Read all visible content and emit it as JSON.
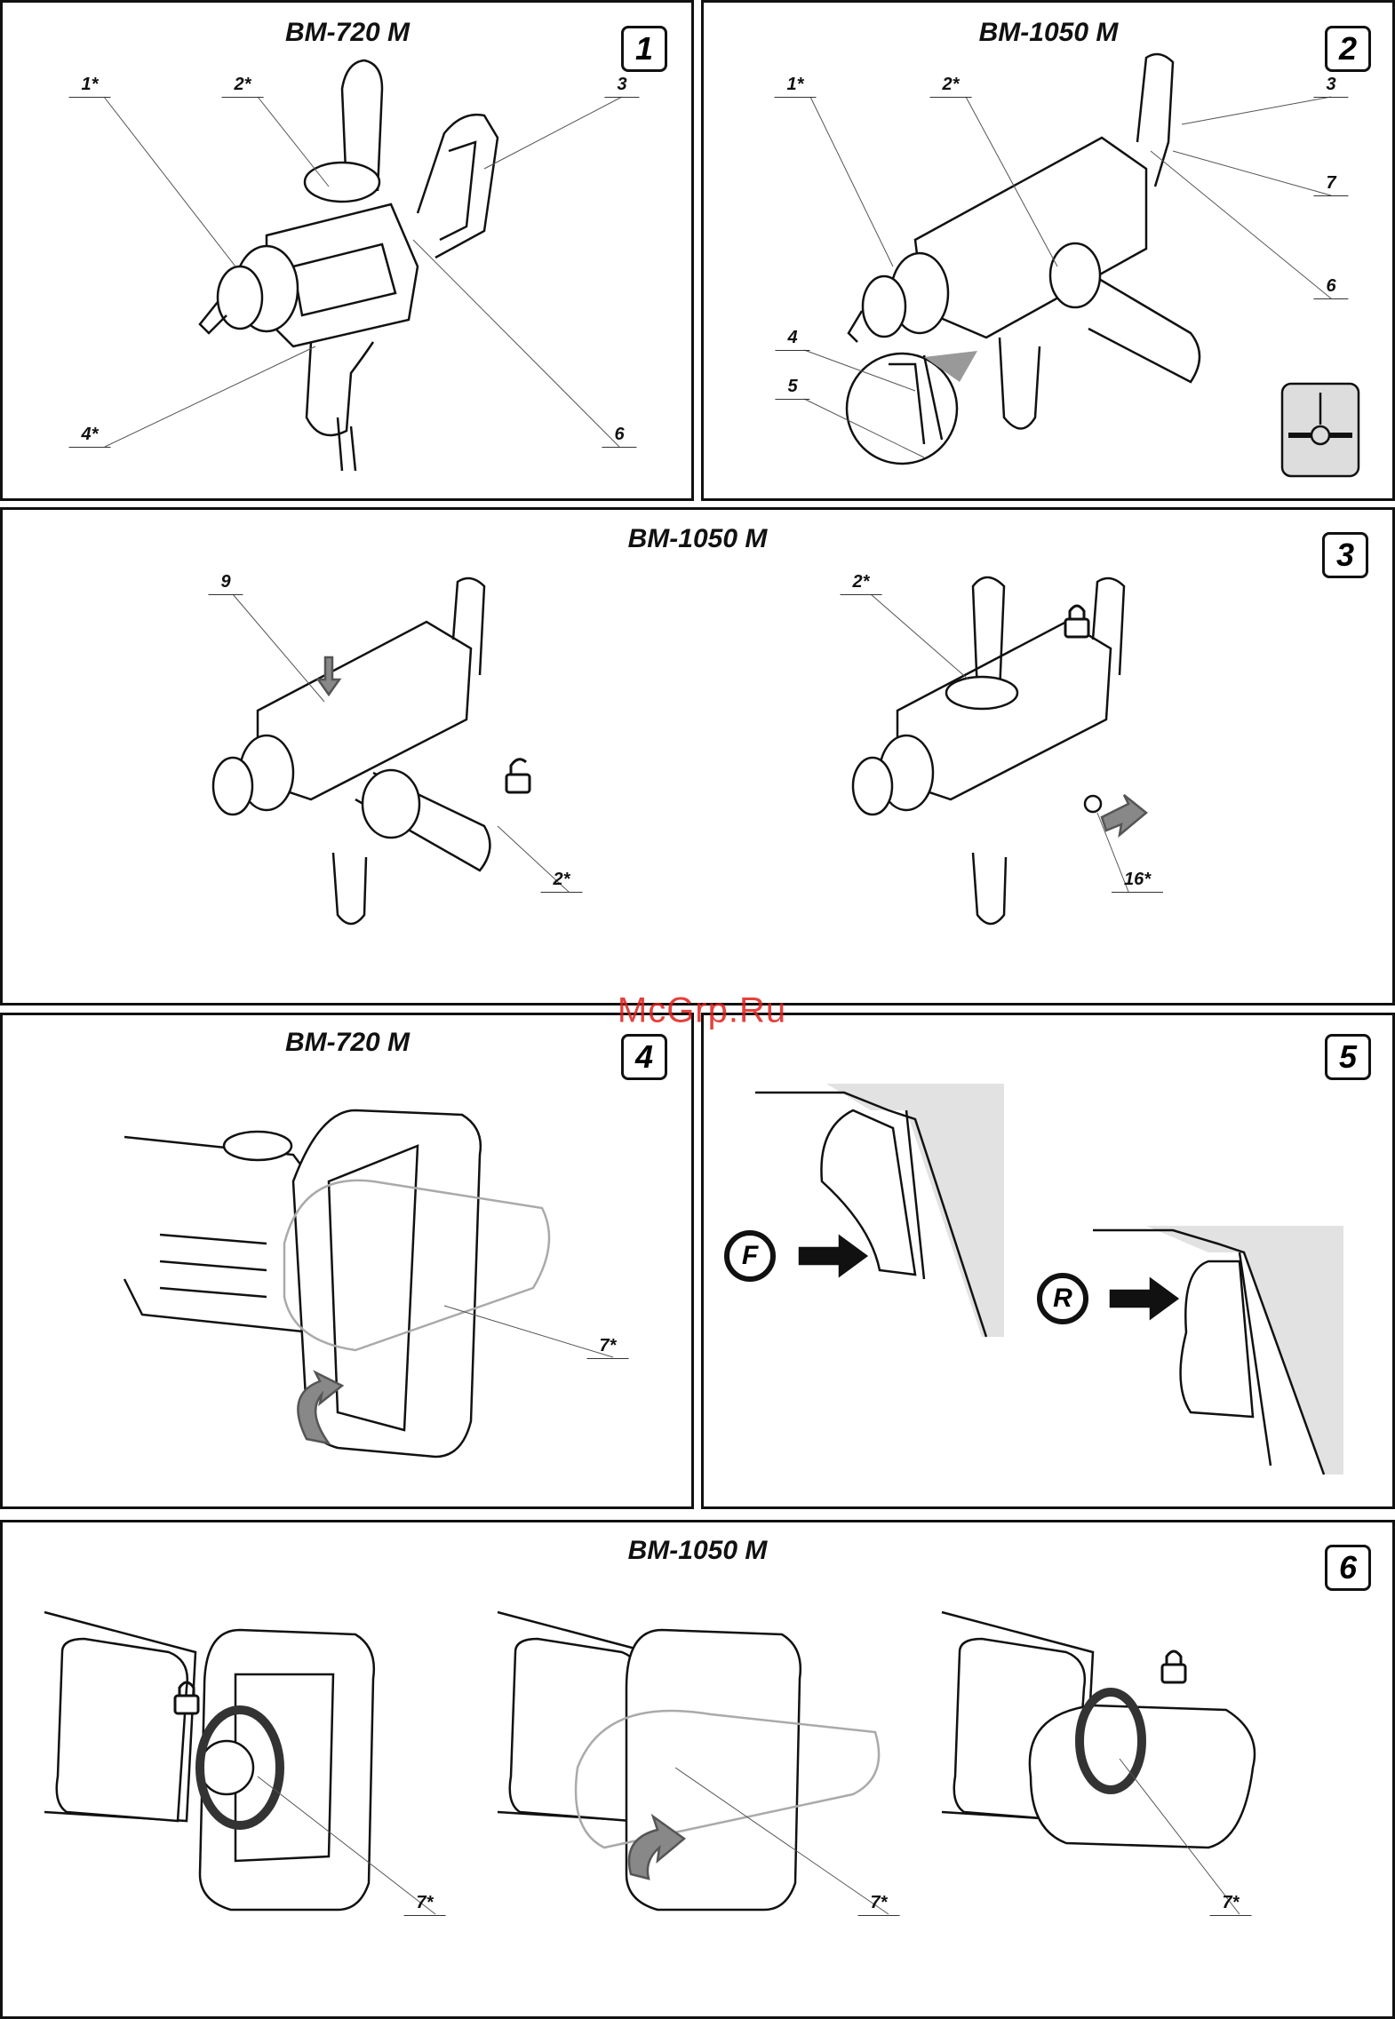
{
  "panels": [
    {
      "number": "1",
      "title": "BM-720 M",
      "labels": [
        "1*",
        "2*",
        "3",
        "4*",
        "6"
      ]
    },
    {
      "number": "2",
      "title": "BM-1050 M",
      "labels": [
        "1*",
        "2*",
        "3",
        "7",
        "6",
        "4",
        "5"
      ]
    },
    {
      "number": "3",
      "title": "BM-1050 M",
      "labels": [
        "9",
        "2*",
        "2*",
        "16*"
      ]
    },
    {
      "number": "4",
      "title": "BM-720 M",
      "labels": [
        "7*"
      ]
    },
    {
      "number": "5",
      "labels": [
        "F",
        "R"
      ]
    },
    {
      "number": "6",
      "title": "BM-1050 M",
      "labels": [
        "7*",
        "7*",
        "7*"
      ]
    }
  ],
  "watermark": "McGrp.Ru",
  "colors": {
    "line": "#111111",
    "shade": "#e2e2e2",
    "arrow": "#555555",
    "watermark": "#e0201c"
  }
}
